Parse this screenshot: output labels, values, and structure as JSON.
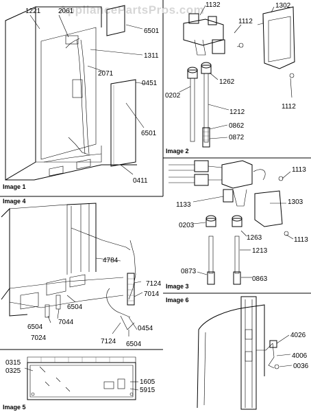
{
  "watermark": "AppliancePartsPros.com",
  "panels": [
    {
      "id": "image1",
      "label": "Image 1",
      "parts": [
        "1221",
        "2061",
        "6501",
        "1311",
        "2071",
        "0451",
        "6501",
        "0411"
      ]
    },
    {
      "id": "image2",
      "label": "Image 2",
      "parts": [
        "1132",
        "1302",
        "1112",
        "0202",
        "1262",
        "1212",
        "1112",
        "0862",
        "0872"
      ]
    },
    {
      "id": "image3",
      "label": "Image 3",
      "parts": [
        "1113",
        "1133",
        "1303",
        "0203",
        "1263",
        "1113",
        "1213",
        "0873",
        "0863"
      ]
    },
    {
      "id": "image4",
      "label": "Image 4",
      "parts": [
        "4784",
        "7124",
        "6504",
        "7014",
        "6504",
        "7044",
        "0454",
        "7024",
        "7124",
        "6504"
      ]
    },
    {
      "id": "image5",
      "label": "Image 5",
      "parts": [
        "0315",
        "0325",
        "1605",
        "5915"
      ]
    },
    {
      "id": "image6",
      "label": "Image 6",
      "parts": [
        "4026",
        "4006",
        "0036"
      ]
    }
  ]
}
